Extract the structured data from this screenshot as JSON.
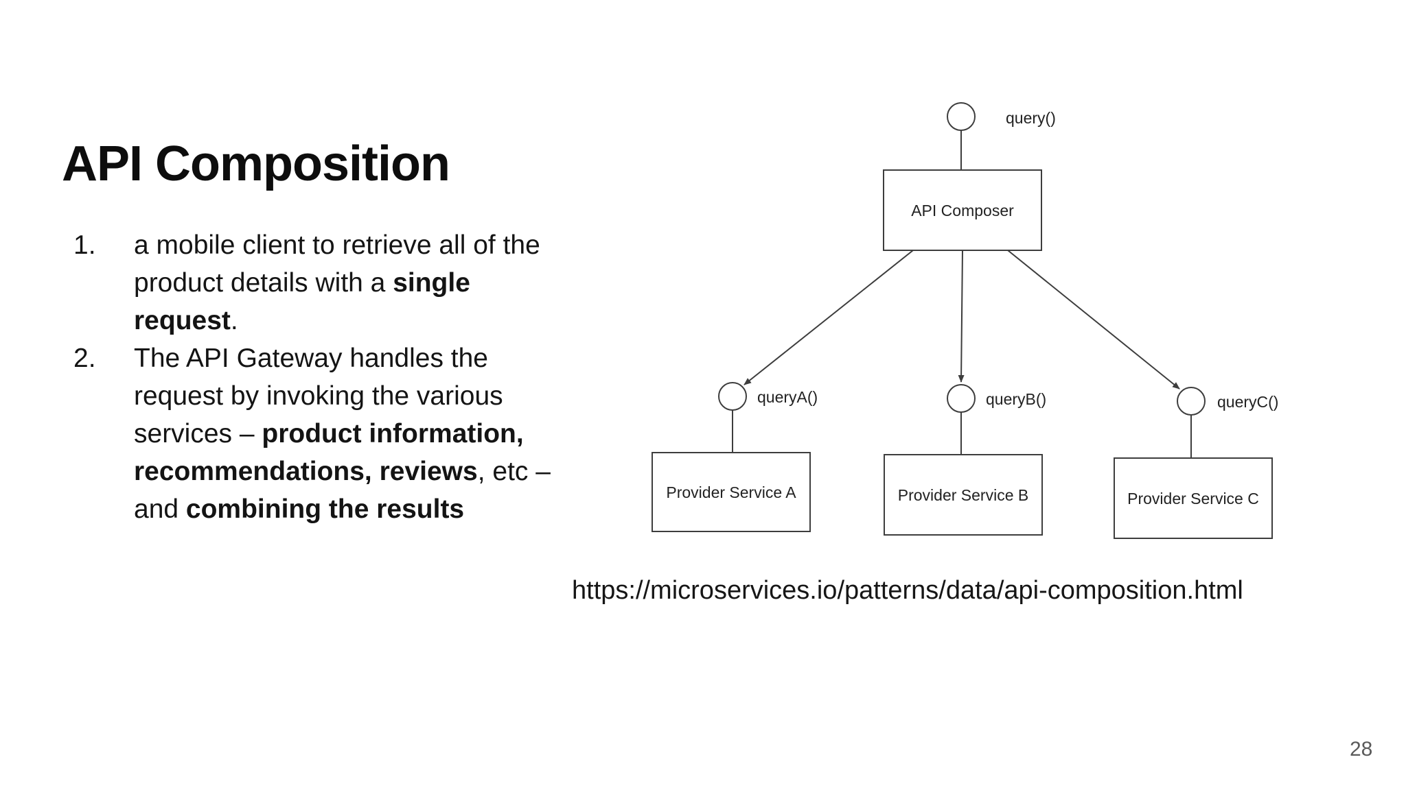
{
  "slide": {
    "title": "API Composition",
    "source_url": "https://microservices.io/patterns/data/api-composition.html",
    "page_number": "28",
    "background_color": "#ffffff"
  },
  "list": {
    "items": [
      {
        "number": "1.",
        "lines": [
          [
            {
              "t": "a mobile client to retrieve all of the",
              "b": false
            }
          ],
          [
            {
              "t": "product details with a ",
              "b": false
            },
            {
              "t": "single",
              "b": true
            }
          ],
          [
            {
              "t": "request",
              "b": true
            },
            {
              "t": ".",
              "b": false
            }
          ]
        ]
      },
      {
        "number": "2.",
        "lines": [
          [
            {
              "t": "The API Gateway handles the",
              "b": false
            }
          ],
          [
            {
              "t": "request by invoking the various",
              "b": false
            }
          ],
          [
            {
              "t": "services – ",
              "b": false
            },
            {
              "t": "product information,",
              "b": true
            }
          ],
          [
            {
              "t": "recommendations, reviews",
              "b": true
            },
            {
              "t": ", etc –",
              "b": false
            }
          ],
          [
            {
              "t": "and ",
              "b": false
            },
            {
              "t": "combining the results",
              "b": true
            }
          ]
        ]
      }
    ]
  },
  "diagram": {
    "type": "api-composition-pattern",
    "line_color": "#3d3d3d",
    "text_color": "#222222",
    "root_interface": {
      "label": "query()"
    },
    "composer": {
      "label": "API Composer"
    },
    "provider_interfaces": [
      {
        "label": "queryA()"
      },
      {
        "label": "queryB()"
      },
      {
        "label": "queryC()"
      }
    ],
    "providers": [
      {
        "label": "Provider Service A"
      },
      {
        "label": "Provider Service B"
      },
      {
        "label": "Provider Service C"
      }
    ]
  }
}
